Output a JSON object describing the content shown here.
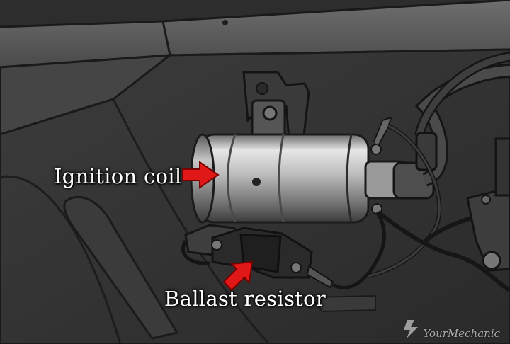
{
  "labels": {
    "ignition_coil": "Ignition coil",
    "ballast_resistor": "Ballast resistor"
  },
  "watermark": "YourMechanic",
  "colors": {
    "arrow": "#e01818",
    "label_text": "#ffffff",
    "background": "#2e2e2e"
  },
  "icons": [
    "right-arrow-icon",
    "up-right-arrow-icon",
    "bolt-icon"
  ]
}
